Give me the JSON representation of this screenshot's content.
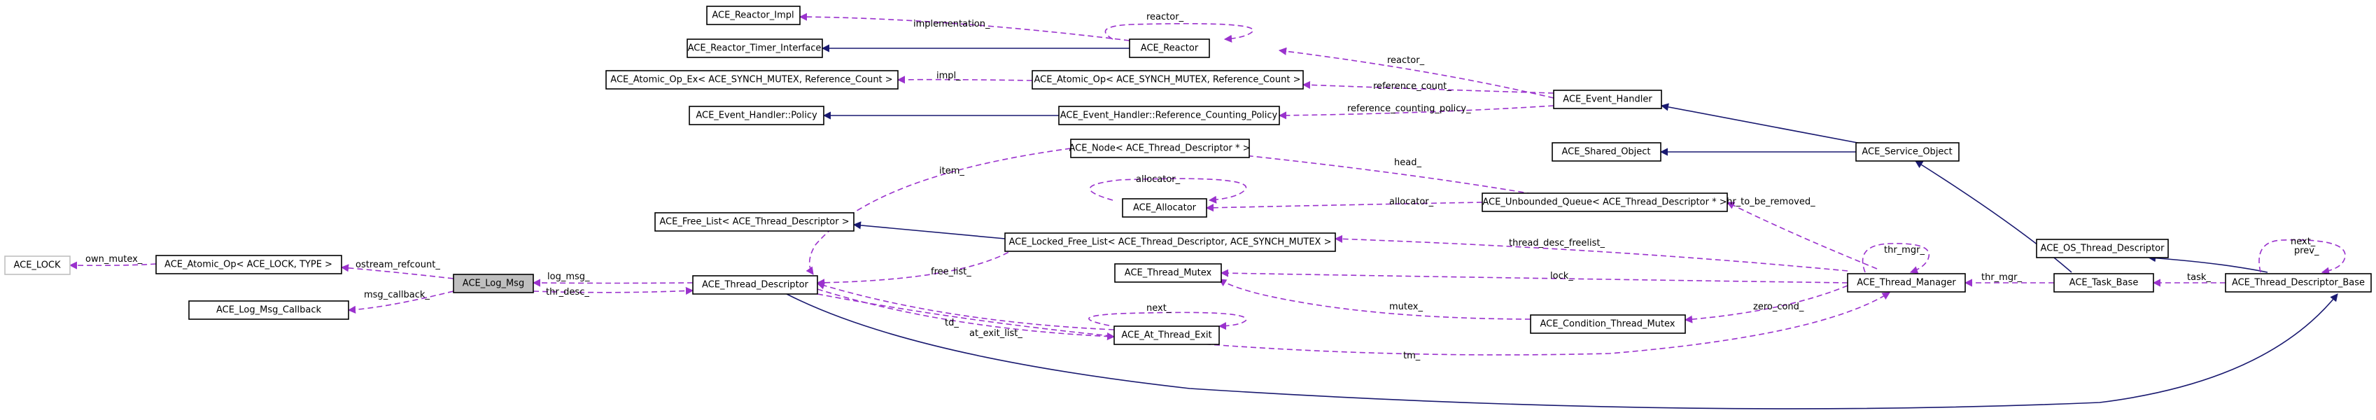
{
  "diagram": {
    "nodes": {
      "reactor_impl": "ACE_Reactor_Impl",
      "reactor_timer_interface": "ACE_Reactor_Timer_Interface",
      "reactor": "ACE_Reactor",
      "atomic_op_ex": "ACE_Atomic_Op_Ex< ACE_SYNCH_MUTEX, Reference_Count >",
      "atomic_op_refcount": "ACE_Atomic_Op< ACE_SYNCH_MUTEX, Reference_Count >",
      "event_handler_policy": "ACE_Event_Handler::Policy",
      "reference_counting_policy": "ACE_Event_Handler::Reference_Counting_Policy",
      "event_handler": "ACE_Event_Handler",
      "node_thread_descriptor": "ACE_Node< ACE_Thread_Descriptor * >",
      "shared_object": "ACE_Shared_Object",
      "service_object": "ACE_Service_Object",
      "allocator": "ACE_Allocator",
      "unbounded_queue": "ACE_Unbounded_Queue< ACE_Thread_Descriptor * >",
      "free_list": "ACE_Free_List< ACE_Thread_Descriptor >",
      "locked_free_list": "ACE_Locked_Free_List< ACE_Thread_Descriptor, ACE_SYNCH_MUTEX >",
      "os_thread_descriptor": "ACE_OS_Thread_Descriptor",
      "thread_mutex": "ACE_Thread_Mutex",
      "thread_manager": "ACE_Thread_Manager",
      "task_base": "ACE_Task_Base",
      "thread_descriptor_base": "ACE_Thread_Descriptor_Base",
      "ace_lock": "ACE_LOCK",
      "atomic_op_lock": "ACE_Atomic_Op< ACE_LOCK, TYPE >",
      "log_msg": "ACE_Log_Msg",
      "thread_descriptor": "ACE_Thread_Descriptor",
      "at_thread_exit": "ACE_At_Thread_Exit",
      "condition_thread_mutex": "ACE_Condition_Thread_Mutex",
      "log_msg_callback": "ACE_Log_Msg_Callback"
    },
    "edge_labels": {
      "implementation": "implementation_",
      "reactor_self": "reactor_",
      "reactor_eh": "reactor_",
      "impl": "impl_",
      "reference_count": "reference_count_",
      "reference_counting_policy": "reference_counting_policy_",
      "item": "item_",
      "head": "head_",
      "allocator_self": "allocator_",
      "allocator_queue": "allocator_",
      "thr_to_be_removed": "thr_to_be_removed_",
      "thread_desc_freelist": "thread_desc_freelist_",
      "thr_mgr_self": "thr_mgr_",
      "thr_mgr_task": "thr_mgr_",
      "next_self": "next_",
      "prev_self": "prev_",
      "task": "task_",
      "free_list": "free_list_",
      "lock": "lock_",
      "mutex": "mutex_",
      "own_mutex": "own_mutex_",
      "ostream_refcount": "ostream_refcount_",
      "log_msg": "log_msg_",
      "thr_desc": "thr_desc_",
      "td": "td_",
      "at_exit_list": "at_exit_list_",
      "next_exit": "next_",
      "zero_cond": "zero_cond_",
      "msg_callback": "msg_callback_",
      "tm": "tm_"
    }
  }
}
